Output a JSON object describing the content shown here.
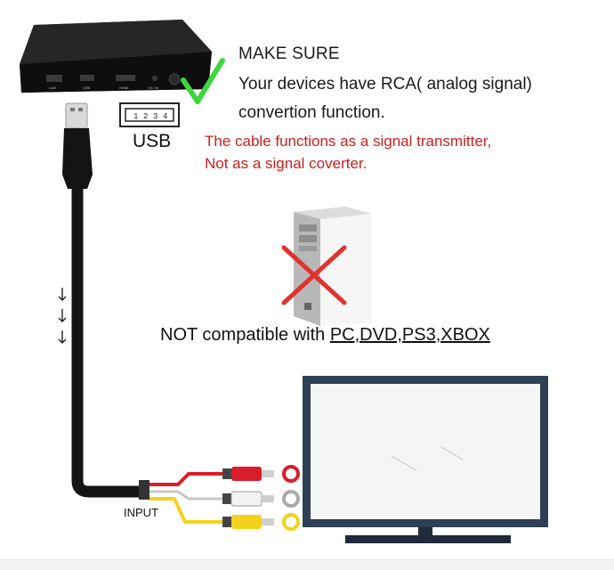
{
  "heading": "MAKE SURE",
  "devices_line1": "Your devices have RCA( analog signal)",
  "devices_line2": "convertion function.",
  "warning_line1": "The cable functions as a signal transmitter,",
  "warning_line2": "Not as a signal coverter.",
  "usb_label": "USB",
  "usb_pins": [
    "1",
    "2",
    "3",
    "4"
  ],
  "box_ports": [
    "LAN",
    "USB",
    "HDMI",
    "DC IN"
  ],
  "not_compatible_prefix": "NOT compatible with ",
  "not_compatible_devices": "PC,DVD,PS3,XBOX",
  "input_label": "INPUT",
  "colors": {
    "warning_text": "#c9201f",
    "check_mark": "#3dd63d",
    "cross_mark": "#e0332f",
    "tv_frame": "#2f3f55",
    "rca_red": "#d81e2a",
    "rca_white": "#f2f2f2",
    "rca_yellow": "#f4d21b"
  },
  "icons": [
    "tv-box-icon",
    "usb-port-icon",
    "check-mark-icon",
    "pc-tower-icon",
    "cross-icon",
    "tv-monitor-icon",
    "rca-cable-icon",
    "down-arrows-icon"
  ]
}
